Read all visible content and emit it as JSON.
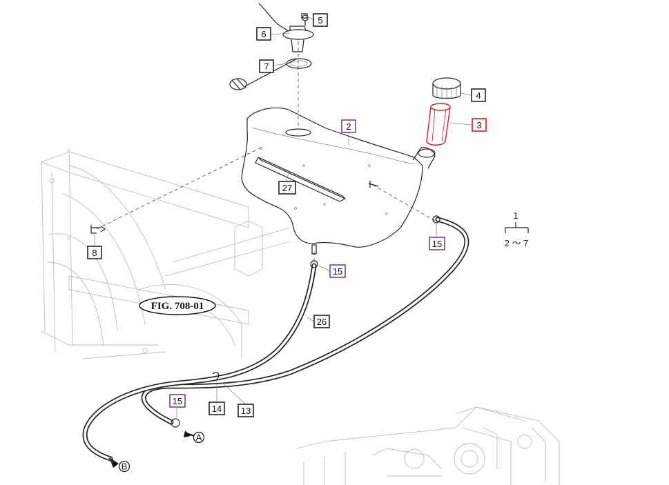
{
  "figure": {
    "label": "FIG. 708-01"
  },
  "colors": {
    "box_default": "#222222",
    "box_purple": "#7a3f8f",
    "box_red": "#d81b1b"
  },
  "callouts": {
    "c2": "2",
    "c3": "3",
    "c4": "4",
    "c5": "5",
    "c6": "6",
    "c7": "7",
    "c8": "8",
    "c13": "13",
    "c14": "14",
    "c15_outlet": "15",
    "c15_bottom": "15",
    "c15_left": "15",
    "c26": "26",
    "c27": "27"
  },
  "group_note": {
    "number": "1",
    "range": "2 ～ 7"
  },
  "connectors": {
    "a": "A",
    "b": "B"
  }
}
